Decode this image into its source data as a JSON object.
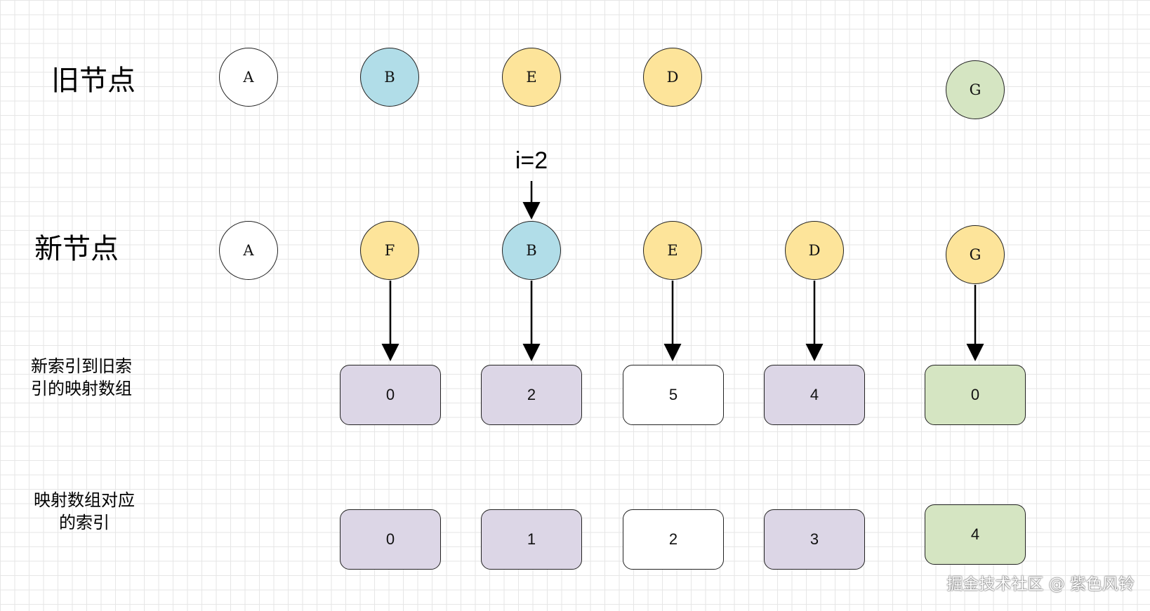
{
  "colors": {
    "white": "#ffffff",
    "blue": "#b1dde8",
    "yellow": "#fde49a",
    "green": "#d5e5c2",
    "purple": "#dcd6e6"
  },
  "labels": {
    "old_nodes": "旧节点",
    "new_nodes": "新节点",
    "mapping_line1": "新索引到旧索",
    "mapping_line2": "引的映射数组",
    "index_line1": "映射数组对应",
    "index_line2": "的索引",
    "pointer": "i=2"
  },
  "old_nodes": [
    {
      "label": "A",
      "color": "white"
    },
    {
      "label": "B",
      "color": "blue"
    },
    {
      "label": "E",
      "color": "yellow"
    },
    {
      "label": "D",
      "color": "yellow"
    },
    {
      "label": "G",
      "color": "green"
    }
  ],
  "new_nodes": [
    {
      "label": "A",
      "color": "white"
    },
    {
      "label": "F",
      "color": "yellow"
    },
    {
      "label": "B",
      "color": "blue"
    },
    {
      "label": "E",
      "color": "yellow"
    },
    {
      "label": "D",
      "color": "yellow"
    },
    {
      "label": "G",
      "color": "yellow"
    }
  ],
  "mapping_array": [
    {
      "value": "0",
      "color": "purple"
    },
    {
      "value": "2",
      "color": "purple"
    },
    {
      "value": "5",
      "color": "white"
    },
    {
      "value": "4",
      "color": "purple"
    },
    {
      "value": "0",
      "color": "green"
    }
  ],
  "index_array": [
    {
      "value": "0",
      "color": "purple"
    },
    {
      "value": "1",
      "color": "purple"
    },
    {
      "value": "2",
      "color": "white"
    },
    {
      "value": "3",
      "color": "purple"
    },
    {
      "value": "4",
      "color": "green"
    }
  ],
  "watermark": "掘金技术社区 @ 紫色风铃"
}
